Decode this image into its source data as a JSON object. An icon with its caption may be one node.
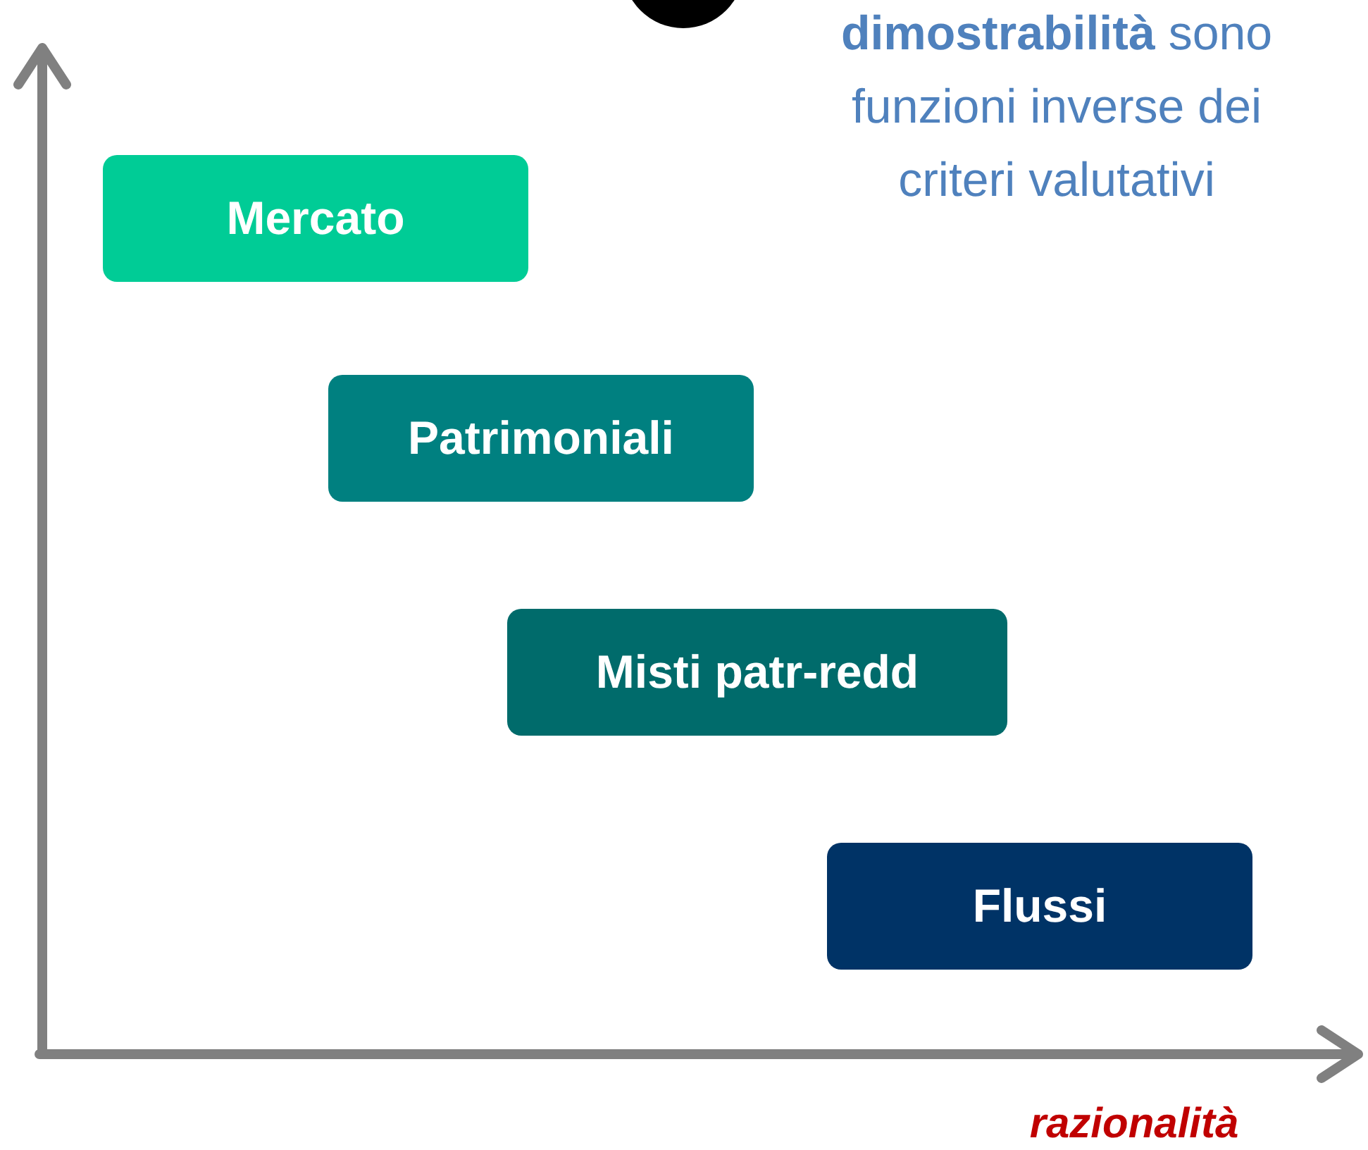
{
  "diagram": {
    "nodes": [
      {
        "text": [
          "Mercato"
        ]
      },
      {
        "text": [
          "Patrimoniali"
        ]
      },
      {
        "text": [
          "Misti patr-redd"
        ]
      },
      {
        "text": [
          "Flussi"
        ]
      },
      {
        "text": [],
        "shape": "circle"
      }
    ],
    "labels": [
      "**dimostrabilità** sono funzioni inverse dei criteri valutativi",
      "razionalità"
    ]
  }
}
